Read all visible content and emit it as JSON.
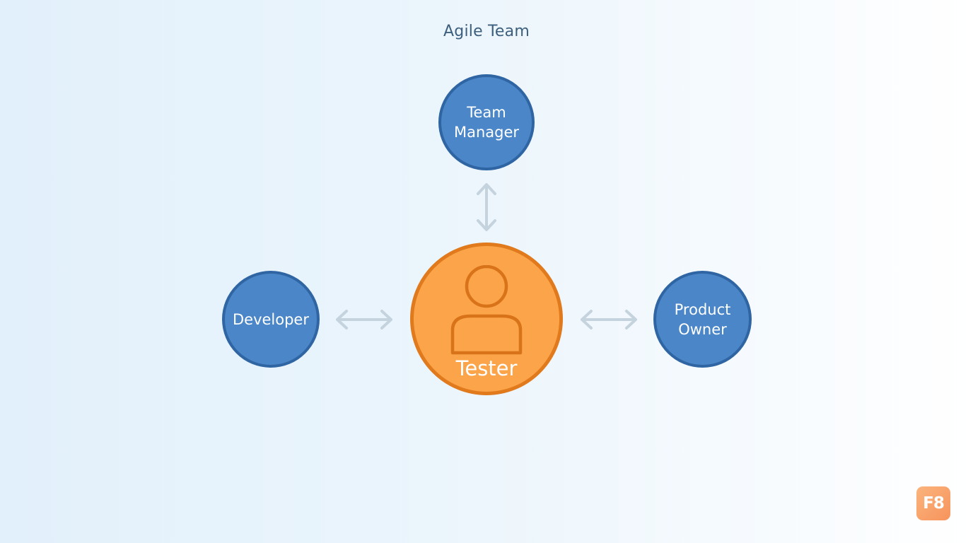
{
  "diagram": {
    "title": "Agile Team",
    "nodes": {
      "manager": {
        "lines": [
          "Team",
          "Manager"
        ]
      },
      "developer": {
        "lines": [
          "Developer"
        ]
      },
      "owner": {
        "lines": [
          "Product",
          "Owner"
        ]
      },
      "tester": {
        "label": "Tester",
        "icon": "person-icon"
      }
    },
    "connectors": [
      {
        "from": "manager",
        "to": "tester",
        "direction": "bidirectional"
      },
      {
        "from": "developer",
        "to": "tester",
        "direction": "bidirectional"
      },
      {
        "from": "tester",
        "to": "owner",
        "direction": "bidirectional"
      }
    ],
    "colors": {
      "role_fill": "#4a86c8",
      "role_border": "#2f65a3",
      "focus_fill": "#fba449",
      "focus_border": "#e07a1c",
      "connector": "#c5d3df",
      "title": "#3d5f7e"
    }
  },
  "badge": {
    "text": "F8"
  }
}
